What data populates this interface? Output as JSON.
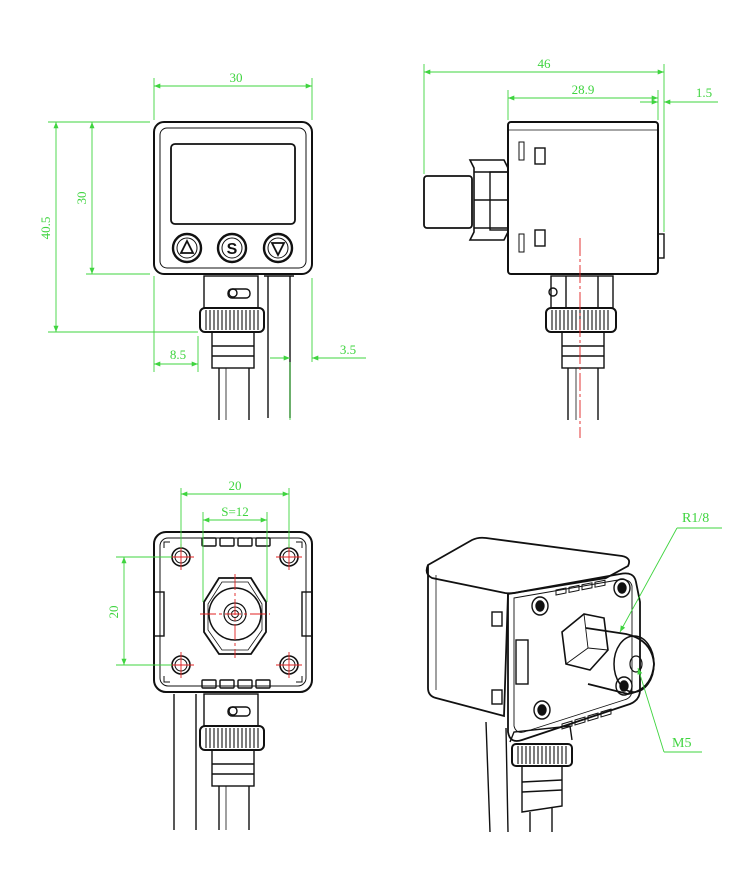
{
  "colors": {
    "outline": "#111111",
    "dimension": "#3fd43f",
    "centerline": "#e02020",
    "background": "#ffffff"
  },
  "views": {
    "front": {
      "dims": {
        "width": "30",
        "inner_height": "30",
        "total_height": "40.5",
        "offset_left": "8.5",
        "cable_gap": "3.5"
      },
      "buttons": {
        "up": "up-arrow",
        "select": "S",
        "down": "down-arrow"
      }
    },
    "side": {
      "dims": {
        "total_length": "46",
        "body_length": "28.9",
        "cap_thickness": "1.5"
      }
    },
    "back": {
      "dims": {
        "hole_spacing_h": "20",
        "hex_flat": "S=12",
        "hole_spacing_v": "20"
      }
    },
    "iso": {
      "callouts": {
        "thread": "R1/8",
        "port": "M5"
      }
    }
  }
}
